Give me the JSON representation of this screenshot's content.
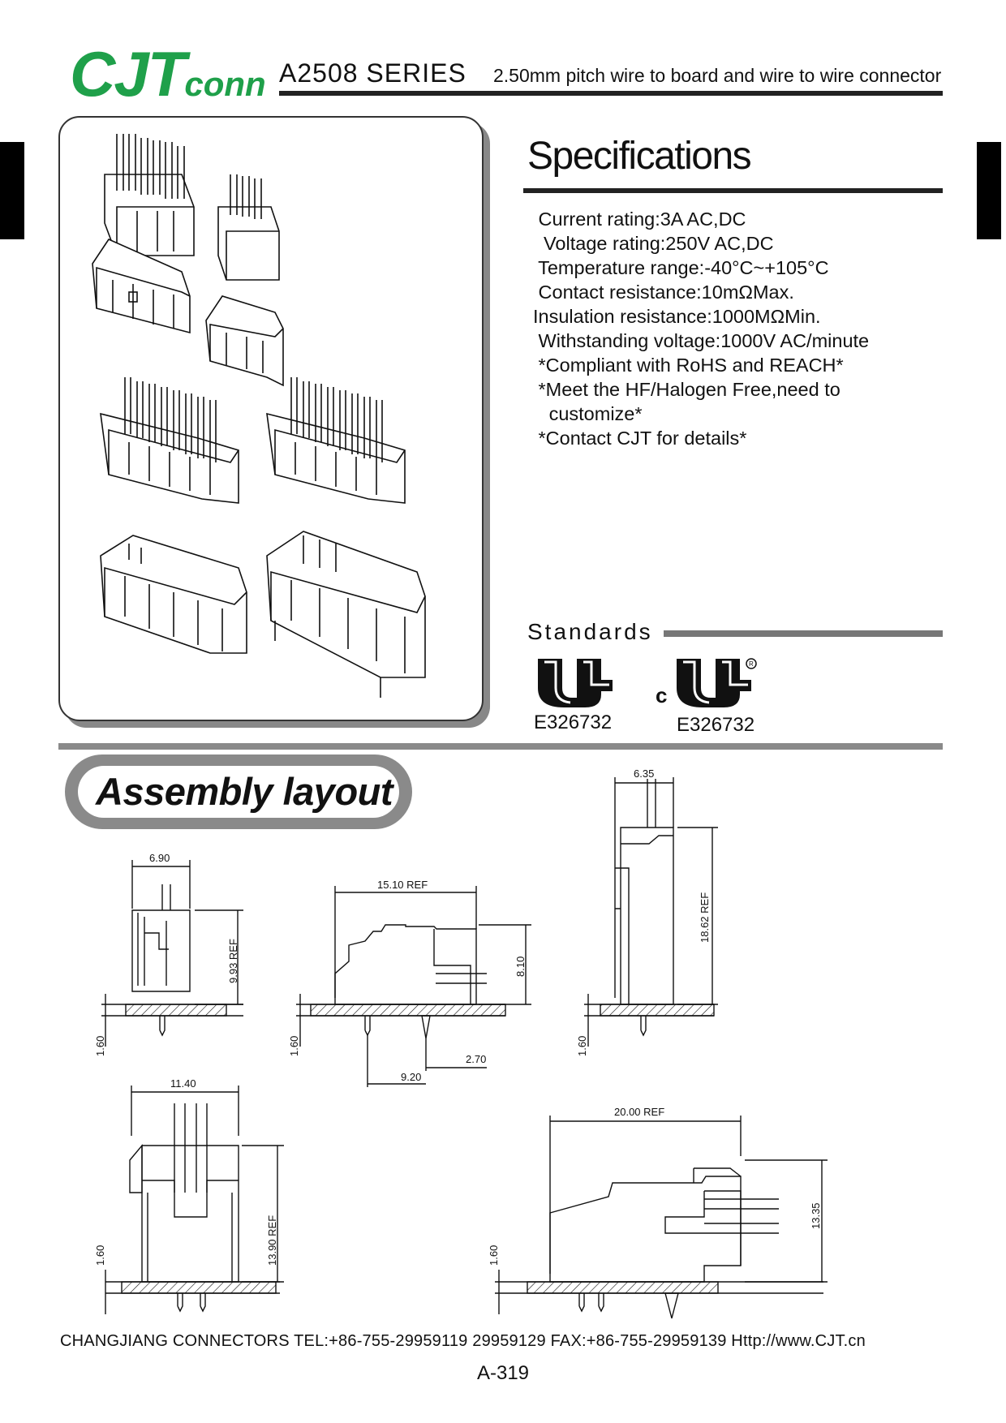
{
  "header": {
    "logo_main": "CJT",
    "logo_sub": "conn",
    "series": "A2508 SERIES",
    "subtitle": "2.50mm pitch wire to board and wire to wire connector"
  },
  "specifications": {
    "title": "Specifications",
    "items": [
      " Current rating:3A AC,DC",
      "  Voltage rating:250V AC,DC",
      " Temperature range:-40°C~+105°C",
      " Contact resistance:10mΩMax.",
      "Insulation resistance:1000MΩMin.",
      " Withstanding voltage:1000V AC/minute",
      " *Compliant with RoHS and REACH*",
      " *Meet the HF/Halogen Free,need to",
      "   customize*",
      " *Contact CJT for details*"
    ]
  },
  "standards": {
    "title": "Standards",
    "certs": [
      {
        "mark": "UL recognized component mark",
        "number": "E326732"
      },
      {
        "mark": "cUL recognized component mark",
        "number": "E326732",
        "prefix": "c"
      }
    ]
  },
  "assembly": {
    "title": "Assembly layout",
    "dimensions": {
      "d1_width": "6.90",
      "d1_height": "9.93 REF",
      "d1_pcb": "1.60",
      "d2_width": "15.10 REF",
      "d2_height": "8.10",
      "d2_pcb": "1.60",
      "d2_pin": "2.70",
      "d2_span": "9.20",
      "d3_width": "6.35",
      "d3_height": "18.62 REF",
      "d3_pcb": "1.60",
      "d4_width": "11.40",
      "d4_height": "13.90 REF",
      "d4_pcb": "1.60",
      "d5_width": "20.00 REF",
      "d5_height": "13.35",
      "d5_pcb": "1.60"
    }
  },
  "footer": {
    "contact": "CHANGJIANG CONNECTORS  TEL:+86-755-29959119 29959129  FAX:+86-755-29959139 Http://www.CJT.cn",
    "page": "A-319"
  },
  "colors": {
    "brand_green": "#1fa04a",
    "rule_dark": "#222222",
    "rule_gray": "#8a8a8a"
  }
}
